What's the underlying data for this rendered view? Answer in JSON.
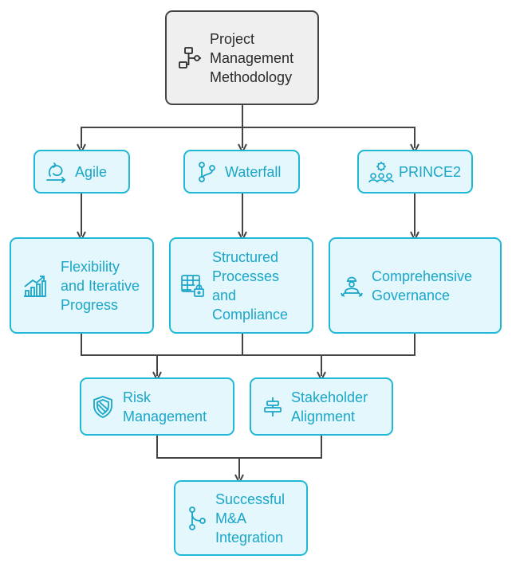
{
  "diagram": {
    "root": {
      "label": "Project\nManagement\nMethodology",
      "icon": "flowchart-icon"
    },
    "methods": [
      {
        "label": "Agile",
        "icon": "loop-arrow-icon"
      },
      {
        "label": "Waterfall",
        "icon": "branch-icon"
      },
      {
        "label": "PRINCE2",
        "icon": "team-gear-icon"
      }
    ],
    "traits": [
      {
        "label": "Flexibility\nand Iterative\nProgress",
        "icon": "growth-chart-icon"
      },
      {
        "label": "Structured\nProcesses\nand\nCompliance",
        "icon": "locked-table-icon"
      },
      {
        "label": "Comprehensive\nGovernance",
        "icon": "leader-icon"
      }
    ],
    "outcomes": [
      {
        "label": "Risk\nManagement",
        "icon": "shield-icon"
      },
      {
        "label": "Stakeholder\nAlignment",
        "icon": "align-center-icon"
      }
    ],
    "result": {
      "label": "Successful\nM&A\nIntegration",
      "icon": "merge-icon"
    },
    "colors": {
      "node_border": "#1fb8d6",
      "node_fill": "#e3f7fc",
      "node_text": "#1aa6c8",
      "root_border": "#444444",
      "root_fill": "#efefef",
      "connector": "#444444"
    }
  }
}
